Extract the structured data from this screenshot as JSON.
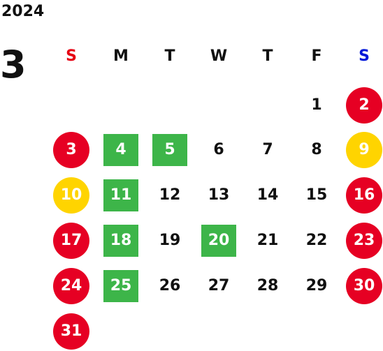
{
  "year": "2024",
  "month": "3",
  "colors": {
    "sunday_header": "#e60012",
    "saturday_header": "#0016d9",
    "holiday_red": "#e60023",
    "holiday_yellow": "#ffd400",
    "workday_green": "#3db549",
    "text": "#111111"
  },
  "weekdays": [
    {
      "label": "S",
      "kind": "sun"
    },
    {
      "label": "M",
      "kind": "normal"
    },
    {
      "label": "T",
      "kind": "normal"
    },
    {
      "label": "W",
      "kind": "normal"
    },
    {
      "label": "T",
      "kind": "normal"
    },
    {
      "label": "F",
      "kind": "normal"
    },
    {
      "label": "S",
      "kind": "sat"
    }
  ],
  "days": [
    {
      "label": "1",
      "row": 0,
      "col": 5,
      "style": "plain"
    },
    {
      "label": "2",
      "row": 0,
      "col": 6,
      "style": "red"
    },
    {
      "label": "3",
      "row": 1,
      "col": 0,
      "style": "red"
    },
    {
      "label": "4",
      "row": 1,
      "col": 1,
      "style": "green"
    },
    {
      "label": "5",
      "row": 1,
      "col": 2,
      "style": "green"
    },
    {
      "label": "6",
      "row": 1,
      "col": 3,
      "style": "plain"
    },
    {
      "label": "7",
      "row": 1,
      "col": 4,
      "style": "plain"
    },
    {
      "label": "8",
      "row": 1,
      "col": 5,
      "style": "plain"
    },
    {
      "label": "9",
      "row": 1,
      "col": 6,
      "style": "yellow"
    },
    {
      "label": "10",
      "row": 2,
      "col": 0,
      "style": "yellow"
    },
    {
      "label": "11",
      "row": 2,
      "col": 1,
      "style": "green"
    },
    {
      "label": "12",
      "row": 2,
      "col": 2,
      "style": "plain"
    },
    {
      "label": "13",
      "row": 2,
      "col": 3,
      "style": "plain"
    },
    {
      "label": "14",
      "row": 2,
      "col": 4,
      "style": "plain"
    },
    {
      "label": "15",
      "row": 2,
      "col": 5,
      "style": "plain"
    },
    {
      "label": "16",
      "row": 2,
      "col": 6,
      "style": "red"
    },
    {
      "label": "17",
      "row": 3,
      "col": 0,
      "style": "red"
    },
    {
      "label": "18",
      "row": 3,
      "col": 1,
      "style": "green"
    },
    {
      "label": "19",
      "row": 3,
      "col": 2,
      "style": "plain"
    },
    {
      "label": "20",
      "row": 3,
      "col": 3,
      "style": "green"
    },
    {
      "label": "21",
      "row": 3,
      "col": 4,
      "style": "plain"
    },
    {
      "label": "22",
      "row": 3,
      "col": 5,
      "style": "plain"
    },
    {
      "label": "23",
      "row": 3,
      "col": 6,
      "style": "red"
    },
    {
      "label": "24",
      "row": 4,
      "col": 0,
      "style": "red"
    },
    {
      "label": "25",
      "row": 4,
      "col": 1,
      "style": "green"
    },
    {
      "label": "26",
      "row": 4,
      "col": 2,
      "style": "plain"
    },
    {
      "label": "27",
      "row": 4,
      "col": 3,
      "style": "plain"
    },
    {
      "label": "28",
      "row": 4,
      "col": 4,
      "style": "plain"
    },
    {
      "label": "29",
      "row": 4,
      "col": 5,
      "style": "plain"
    },
    {
      "label": "30",
      "row": 4,
      "col": 6,
      "style": "red"
    },
    {
      "label": "31",
      "row": 5,
      "col": 0,
      "style": "red"
    }
  ]
}
